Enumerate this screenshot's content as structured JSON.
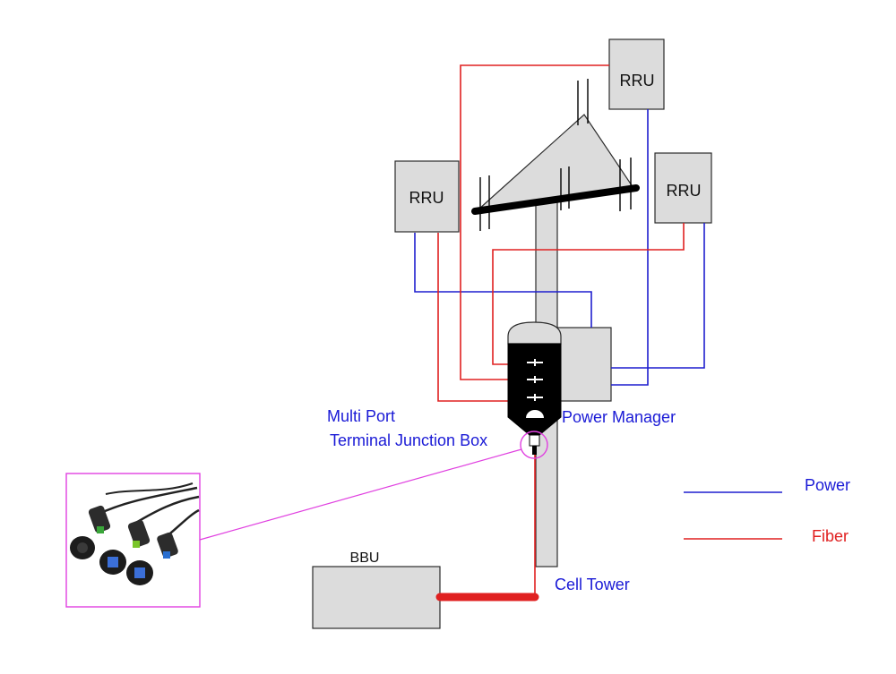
{
  "labels": {
    "rru_top": "RRU",
    "rru_left": "RRU",
    "rru_right": "RRU",
    "bbu": "BBU",
    "junction_line1": "Multi Port",
    "junction_line2": "Terminal Junction Box",
    "power_manager": "Power Manager",
    "cell_tower": "Cell Tower"
  },
  "legend": {
    "power": "Power",
    "fiber": "Fiber"
  },
  "colors": {
    "power_line": "#1f1fcf",
    "fiber_line": "#e02020",
    "label_blue": "#1a1ad6",
    "callout_magenta": "#e040e0",
    "box_fill": "#dcdcdc"
  }
}
